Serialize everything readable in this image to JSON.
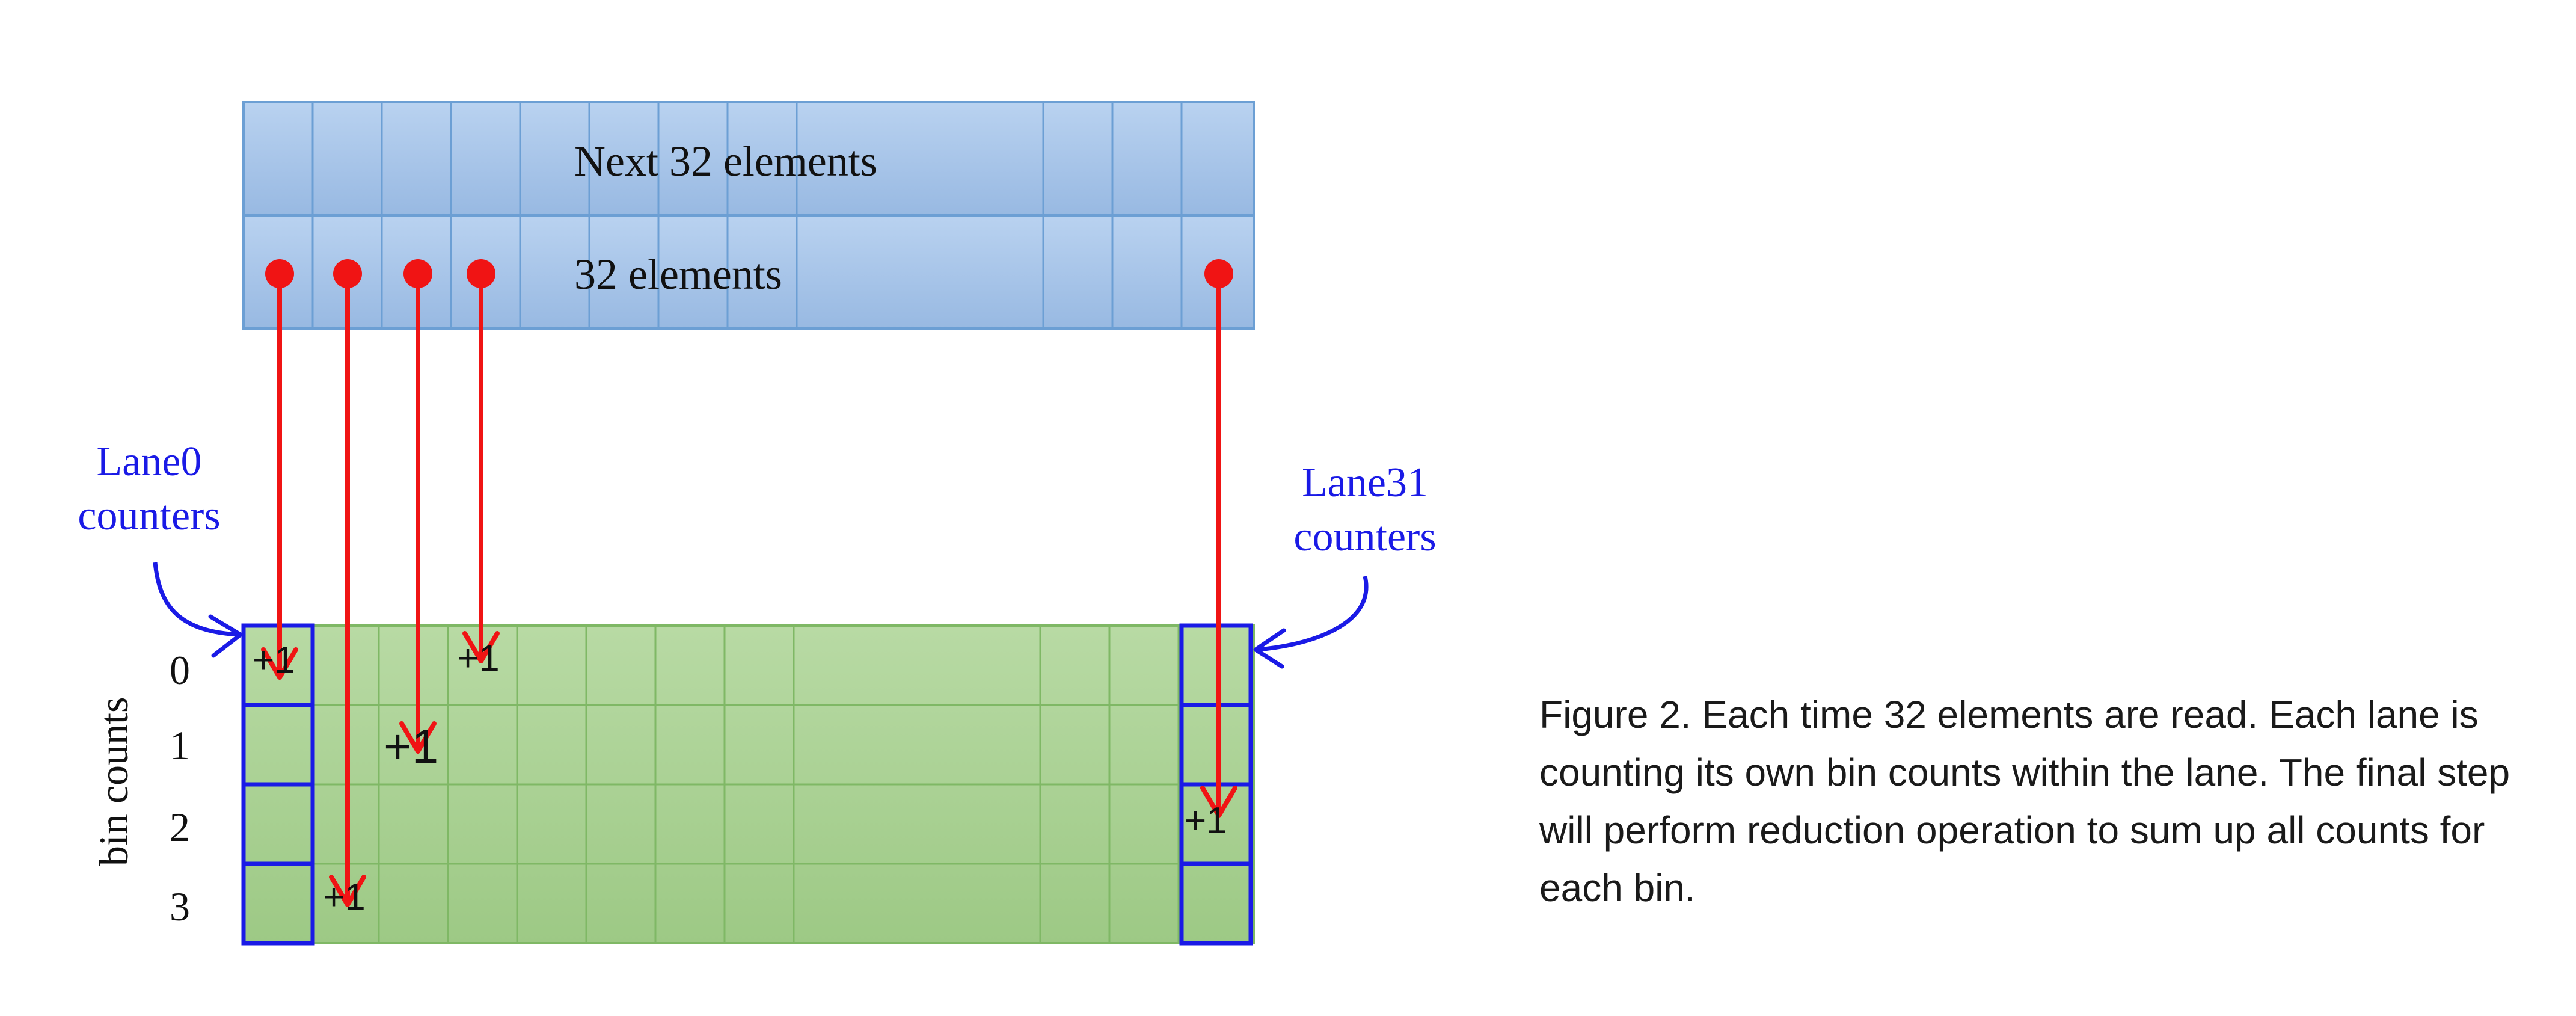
{
  "input_rows": {
    "next_label": "Next 32 elements",
    "current_label": "32 elements"
  },
  "lane_labels": {
    "lane0": [
      "Lane0",
      "counters"
    ],
    "lane31": [
      "Lane31",
      "counters"
    ]
  },
  "bin_axis": {
    "title": "bin counts",
    "bins": [
      "0",
      "1",
      "2",
      "3"
    ]
  },
  "increments": [
    "+1",
    "+1",
    "+1",
    "+1",
    "+1"
  ],
  "caption": "Figure 2. Each time 32 elements are read. Each lane is counting its own bin counts within the lane. The final step will perform reduction operation to sum up all counts for each bin.",
  "colors": {
    "input_fill": "#a9c6ea",
    "input_stroke": "#6c9fd4",
    "counter_fill": "#a6cf8f",
    "counter_stroke": "#7fb865",
    "lane_highlight": "#1a1ae6",
    "arrow": "#f01414",
    "label_text": "#1a1ae6"
  }
}
